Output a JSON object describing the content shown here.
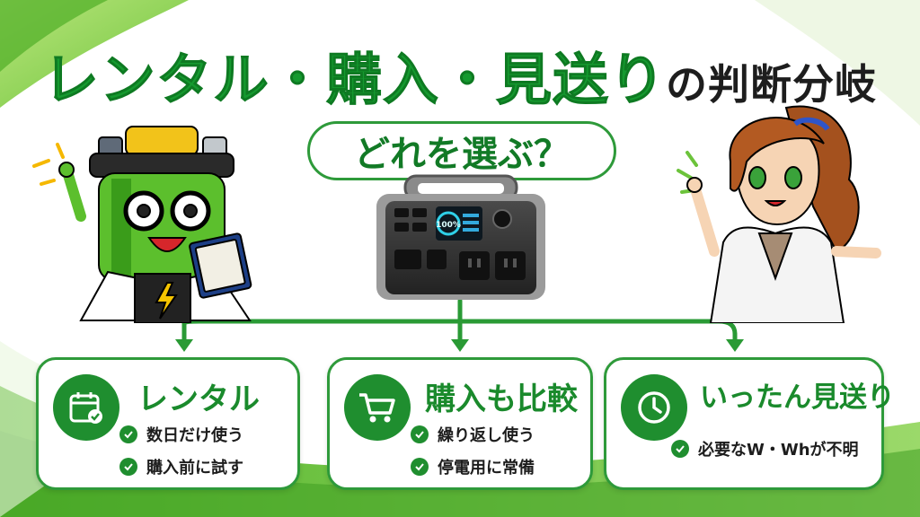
{
  "title": {
    "main": "レンタル・購入・見送り",
    "sub": "の判断分岐"
  },
  "question": "どれを選ぶ？",
  "product": {
    "display_value": "100%"
  },
  "cards": [
    {
      "title": "レンタル",
      "icon": "calendar-check-icon",
      "points": [
        "数日だけ使う",
        "購入前に試す"
      ]
    },
    {
      "title": "購入も比較",
      "icon": "shopping-cart-icon",
      "points": [
        "繰り返し使う",
        "停電用に常備"
      ]
    },
    {
      "title": "いったん見送り",
      "icon": "clock-icon",
      "points": [
        "必要なW・Whが不明"
      ]
    }
  ],
  "colors": {
    "brand_green": "#1f8e2f",
    "title_green": "#159a2f",
    "card_border": "#2e9a3a",
    "text_dark": "#1d1d1d"
  },
  "characters": {
    "left": "battery-robot-scientist-illustration",
    "right": "girl-scientist-illustration"
  }
}
